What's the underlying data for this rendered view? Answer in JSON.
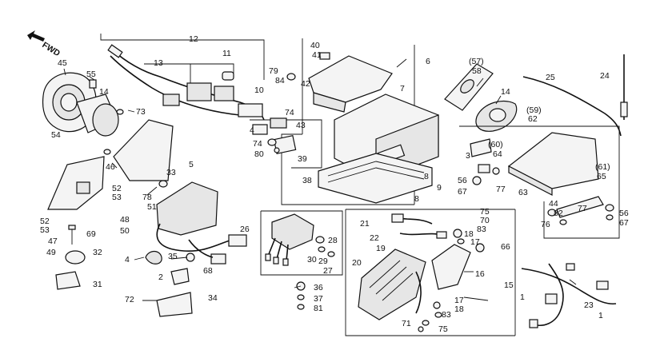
{
  "fwd_label": "FWD",
  "callouts": [
    {
      "id": "c12",
      "text": "12"
    },
    {
      "id": "c13",
      "text": "13"
    },
    {
      "id": "c11",
      "text": "11"
    },
    {
      "id": "c10",
      "text": "10"
    },
    {
      "id": "c45",
      "text": "45"
    },
    {
      "id": "c55",
      "text": "55"
    },
    {
      "id": "c14a",
      "text": "14"
    },
    {
      "id": "c73",
      "text": "73"
    },
    {
      "id": "c54",
      "text": "54"
    },
    {
      "id": "c46",
      "text": "46"
    },
    {
      "id": "c5",
      "text": "5"
    },
    {
      "id": "c33",
      "text": "33"
    },
    {
      "id": "c52a",
      "text": "52"
    },
    {
      "id": "c53a",
      "text": "53"
    },
    {
      "id": "c78",
      "text": "78"
    },
    {
      "id": "c51",
      "text": "51"
    },
    {
      "id": "c52b",
      "text": "52"
    },
    {
      "id": "c53b",
      "text": "53"
    },
    {
      "id": "c47",
      "text": "47"
    },
    {
      "id": "c49",
      "text": "49"
    },
    {
      "id": "c69",
      "text": "69"
    },
    {
      "id": "c48",
      "text": "48"
    },
    {
      "id": "c50",
      "text": "50"
    },
    {
      "id": "c32",
      "text": "32"
    },
    {
      "id": "c31",
      "text": "31"
    },
    {
      "id": "c4a",
      "text": "4"
    },
    {
      "id": "c35",
      "text": "35"
    },
    {
      "id": "c2",
      "text": "2"
    },
    {
      "id": "c68",
      "text": "68"
    },
    {
      "id": "c26",
      "text": "26"
    },
    {
      "id": "c72",
      "text": "72"
    },
    {
      "id": "c34",
      "text": "34"
    },
    {
      "id": "c79",
      "text": "79"
    },
    {
      "id": "c84",
      "text": "84"
    },
    {
      "id": "c40",
      "text": "40"
    },
    {
      "id": "c41",
      "text": "41"
    },
    {
      "id": "c42",
      "text": "42"
    },
    {
      "id": "c6",
      "text": "6"
    },
    {
      "id": "c7",
      "text": "7"
    },
    {
      "id": "c74a",
      "text": "74"
    },
    {
      "id": "c43",
      "text": "43"
    },
    {
      "id": "c4b",
      "text": "4"
    },
    {
      "id": "c74b",
      "text": "74"
    },
    {
      "id": "c80",
      "text": "80"
    },
    {
      "id": "c39",
      "text": "39"
    },
    {
      "id": "c38",
      "text": "38"
    },
    {
      "id": "c8a",
      "text": "8"
    },
    {
      "id": "c9",
      "text": "9"
    },
    {
      "id": "c8b",
      "text": "8"
    },
    {
      "id": "c57",
      "text": "(57)"
    },
    {
      "id": "c58",
      "text": "58"
    },
    {
      "id": "c14b",
      "text": "14"
    },
    {
      "id": "c25",
      "text": "25"
    },
    {
      "id": "c24",
      "text": "24"
    },
    {
      "id": "c59",
      "text": "(59)"
    },
    {
      "id": "c62",
      "text": "62"
    },
    {
      "id": "c60",
      "text": "(60)"
    },
    {
      "id": "c3",
      "text": "3"
    },
    {
      "id": "c64",
      "text": "64"
    },
    {
      "id": "c61",
      "text": "(61)"
    },
    {
      "id": "c65",
      "text": "65"
    },
    {
      "id": "c56a",
      "text": "56"
    },
    {
      "id": "c67a",
      "text": "67"
    },
    {
      "id": "c77a",
      "text": "77"
    },
    {
      "id": "c63",
      "text": "63"
    },
    {
      "id": "c44",
      "text": "44"
    },
    {
      "id": "c82",
      "text": "82"
    },
    {
      "id": "c76",
      "text": "76"
    },
    {
      "id": "c77b",
      "text": "77"
    },
    {
      "id": "c56b",
      "text": "56"
    },
    {
      "id": "c67b",
      "text": "67"
    },
    {
      "id": "c21",
      "text": "21"
    },
    {
      "id": "c75a",
      "text": "75"
    },
    {
      "id": "c70",
      "text": "70"
    },
    {
      "id": "c83a",
      "text": "83"
    },
    {
      "id": "c18a",
      "text": "18"
    },
    {
      "id": "c17a",
      "text": "17"
    },
    {
      "id": "c22",
      "text": "22"
    },
    {
      "id": "c19",
      "text": "19"
    },
    {
      "id": "c66",
      "text": "66"
    },
    {
      "id": "c20",
      "text": "20"
    },
    {
      "id": "c16",
      "text": "16"
    },
    {
      "id": "c15",
      "text": "15"
    },
    {
      "id": "c17b",
      "text": "17"
    },
    {
      "id": "c18b",
      "text": "18"
    },
    {
      "id": "c83b",
      "text": "83"
    },
    {
      "id": "c71",
      "text": "71"
    },
    {
      "id": "c75b",
      "text": "75"
    },
    {
      "id": "c28",
      "text": "28"
    },
    {
      "id": "c30",
      "text": "30"
    },
    {
      "id": "c29",
      "text": "29"
    },
    {
      "id": "c27",
      "text": "27"
    },
    {
      "id": "c36",
      "text": "36"
    },
    {
      "id": "c37",
      "text": "37"
    },
    {
      "id": "c81",
      "text": "81"
    },
    {
      "id": "c1a",
      "text": "1"
    },
    {
      "id": "c23",
      "text": "23"
    },
    {
      "id": "c1b",
      "text": "1"
    }
  ]
}
